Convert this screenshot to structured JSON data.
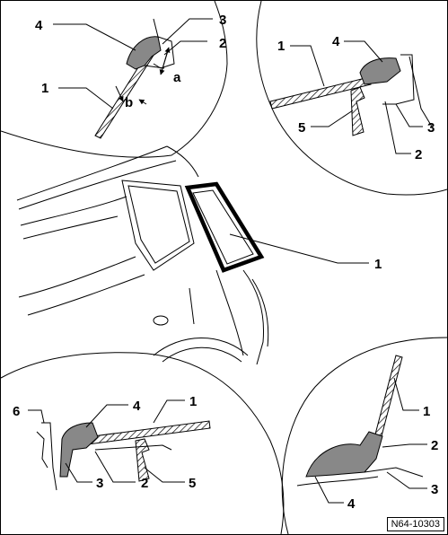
{
  "reference_code": "N64-10303",
  "colors": {
    "line": "#000000",
    "seal_fill": "#888888",
    "background": "#ffffff"
  },
  "views": {
    "top_left": {
      "callouts": [
        "4",
        "3",
        "2",
        "a",
        "1",
        "b"
      ]
    },
    "top_right": {
      "callouts": [
        "1",
        "4",
        "5",
        "3",
        "2"
      ]
    },
    "main": {
      "callouts": [
        "1"
      ]
    },
    "bottom_left": {
      "callouts": [
        "6",
        "4",
        "1",
        "3",
        "2",
        "5"
      ]
    },
    "bottom_right": {
      "callouts": [
        "1",
        "2",
        "3",
        "4"
      ]
    }
  }
}
